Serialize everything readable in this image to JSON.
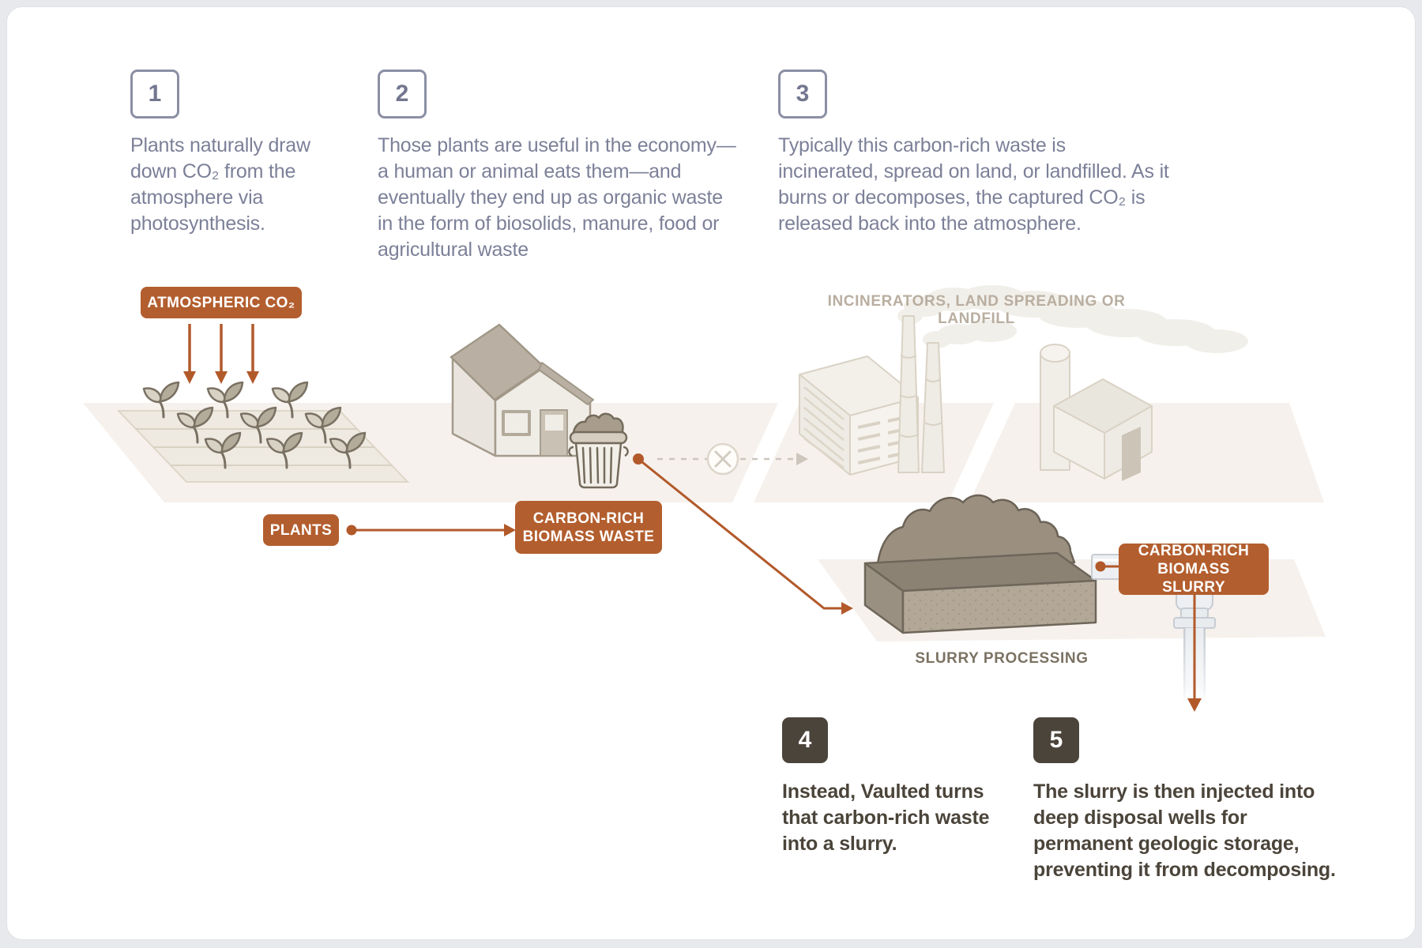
{
  "diagram_title": "Vaulted carbon-rich waste to geologic storage process",
  "steps": [
    {
      "number": "1",
      "text": "Plants naturally draw down CO₂ from the atmosphere via photosynthesis."
    },
    {
      "number": "2",
      "text": "Those plants are useful in the economy—a human or animal eats them—and eventually they end up as organic waste in the form of biosolids, manure, food or agricultural waste"
    },
    {
      "number": "3",
      "text": "Typically this carbon-rich waste is incinerated, spread on land, or landfilled. As it burns or decomposes, the captured CO₂ is released back into the atmosphere."
    },
    {
      "number": "4",
      "text": "Instead, Vaulted turns that carbon-rich waste into a slurry."
    },
    {
      "number": "5",
      "text": "The slurry is then injected into deep disposal wells for permanent geologic storage, preventing it from decomposing."
    }
  ],
  "labels": {
    "atmospheric_co2": "ATMOSPHERIC CO₂",
    "plants": "PLANTS",
    "biomass_waste": "CARBON-RICH BIOMASS WASTE",
    "biomass_slurry": "CARBON-RICH BIOMASS SLURRY"
  },
  "captions": {
    "incinerators": "INCINERATORS, LAND SPREADING OR LANDFILL",
    "slurry_processing": "SLURRY PROCESSING"
  },
  "icons": {
    "crossed_out_icon": "x-circle (flow not taken)",
    "down_arrows_icon": "three down arrows (CO₂ absorption)",
    "sprout_icon": "seedling",
    "house_icon": "house with trash can",
    "factory_icon": "incinerator with smokestacks, silo and barn",
    "slurry_pile_icon": "slurry pile on pad",
    "injection_well_icon": "wellhead pipe into ground"
  },
  "colors": {
    "accent_orange": "#b35e2e",
    "slate_text": "#7c8098",
    "dark_brown": "#4b443a",
    "caption_faded": "#b9aea0",
    "caption_brown": "#7b7263",
    "ground_beige": "#f6f1ec",
    "card_background": "#ffffff",
    "page_background": "#e8e9ec"
  }
}
